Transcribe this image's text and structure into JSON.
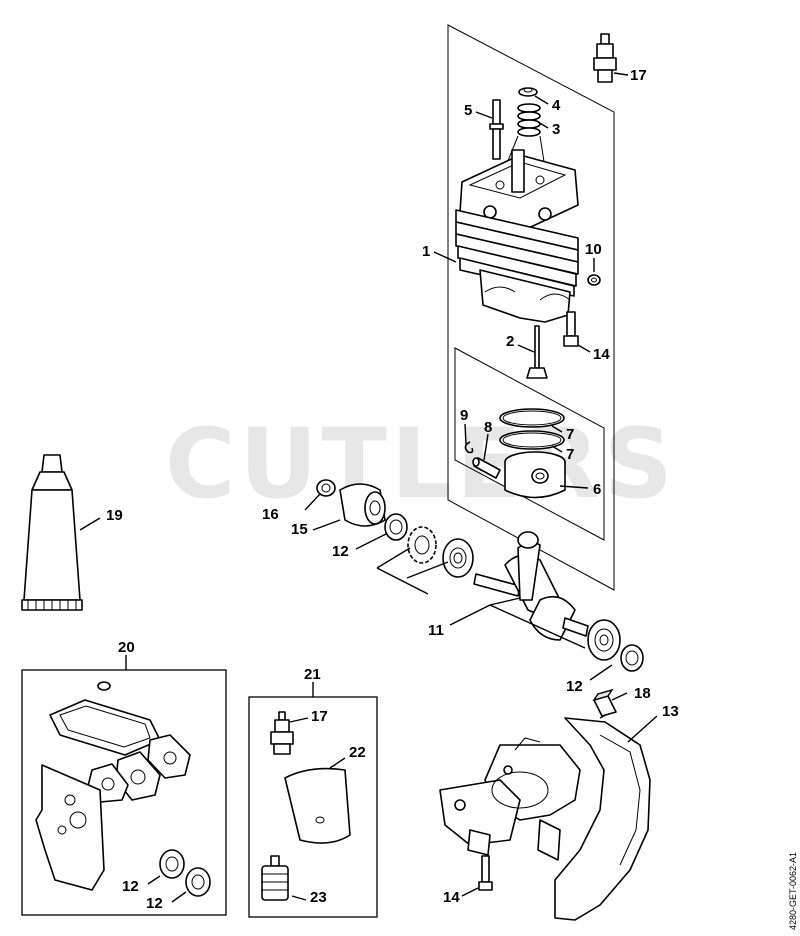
{
  "watermark": "CUTLERS",
  "drawing_code": "4280-GET-0062-A1",
  "parts": [
    {
      "id": "p1",
      "label": "1"
    },
    {
      "id": "p2",
      "label": "2"
    },
    {
      "id": "p3",
      "label": "3"
    },
    {
      "id": "p4",
      "label": "4"
    },
    {
      "id": "p5",
      "label": "5"
    },
    {
      "id": "p6",
      "label": "6"
    },
    {
      "id": "p7a",
      "label": "7"
    },
    {
      "id": "p7b",
      "label": "7"
    },
    {
      "id": "p8",
      "label": "8"
    },
    {
      "id": "p9",
      "label": "9"
    },
    {
      "id": "p10",
      "label": "10"
    },
    {
      "id": "p11",
      "label": "11"
    },
    {
      "id": "p12a",
      "label": "12"
    },
    {
      "id": "p12b",
      "label": "12"
    },
    {
      "id": "p12c",
      "label": "12"
    },
    {
      "id": "p12d",
      "label": "12"
    },
    {
      "id": "p13",
      "label": "13"
    },
    {
      "id": "p14a",
      "label": "14"
    },
    {
      "id": "p14b",
      "label": "14"
    },
    {
      "id": "p15",
      "label": "15"
    },
    {
      "id": "p16",
      "label": "16"
    },
    {
      "id": "p17a",
      "label": "17"
    },
    {
      "id": "p17b",
      "label": "17"
    },
    {
      "id": "p18",
      "label": "18"
    },
    {
      "id": "p19",
      "label": "19"
    },
    {
      "id": "p20",
      "label": "20"
    },
    {
      "id": "p21",
      "label": "21"
    },
    {
      "id": "p22",
      "label": "22"
    },
    {
      "id": "p23",
      "label": "23"
    }
  ]
}
